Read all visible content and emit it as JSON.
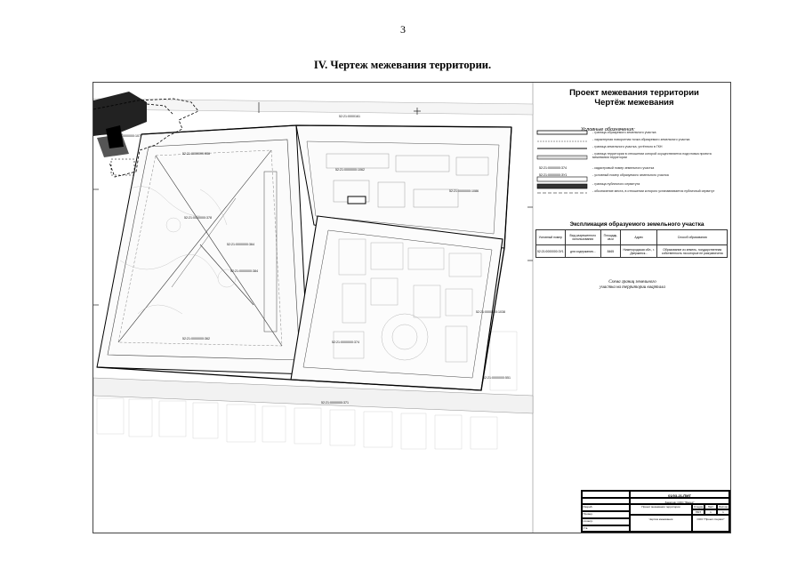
{
  "page": {
    "number": "3",
    "heading": "IV.  Чертеж межевания территории."
  },
  "legend": {
    "title_line1": "Проект межевания территории",
    "title_line2": "Чертёж межевания",
    "heading": "Условные обозначения:",
    "items": [
      {
        "code": "",
        "text": "- граница образуемого земельного участка"
      },
      {
        "code": "",
        "text": "- характерная поворотная точка образуемого земельного участка"
      },
      {
        "code": "",
        "text": "- граница земельного участка, учтённого в ГКН"
      },
      {
        "code": "",
        "text": "- граница территории в отношении которой осуществляется подготовка проекта межевания территории"
      },
      {
        "code": "52:21:0000000:374",
        "text": "- кадастровый номер земельного участка"
      },
      {
        "code": "52:21:0000000:ЗУ1",
        "text": "- условный номер образуемого земельного участка"
      },
      {
        "code": "",
        "text": "- граница публичного сервитута"
      },
      {
        "code": "",
        "text": "- обозначение места, в отношении которого устанавливается публичный сервитут"
      }
    ]
  },
  "explication": {
    "title": "Экспликация образуемого земельного участка",
    "headers": [
      "Условный номер",
      "Вид разрешенного использования",
      "Площадь, кв.м",
      "Адрес",
      "Способ образования"
    ],
    "row": [
      "52:21:0000000:ЗУ1",
      "для содержания...",
      "8465",
      "Нижегородская обл., г. Дзержинск...",
      "Образование из земель, государственная собственность на которые не разграничена"
    ]
  },
  "scheme": {
    "title_line1": "Схема границ земельного",
    "title_line2": "участка на территории квартала"
  },
  "stamp": {
    "code": "01/03-21-ПМТ",
    "object": "Заказчик: ООО \"Фадея\"",
    "description": "Проект межевания территории",
    "sheet_title": "Чертёж межевания",
    "company": "ООО \"Проект-Сервис\"",
    "stage_label": "Стадия",
    "sheet_label": "Лист",
    "sheets_label": "Листов",
    "stage": "ПМТ",
    "sheet": "1",
    "sheets": "1",
    "rows": [
      "Разраб.",
      "Провер.",
      "Н.контр.",
      "Утв."
    ]
  },
  "map": {
    "labels": [
      "52:21:0000161",
      "52:21:0000000:1077",
      "52:21:0000000:536",
      "52:21:0000000:1062",
      "52:21:0000000:1086",
      "52:21:0000000:378",
      "52:21:0000000:364",
      "52:21:0000000:374",
      "52:21:0000000:1038",
      "52:21:0000000:362",
      "52:21:0000000:551",
      "52:21:0000000:371",
      "52:21:0000000:1061",
      "52:21:0000000:384"
    ]
  }
}
